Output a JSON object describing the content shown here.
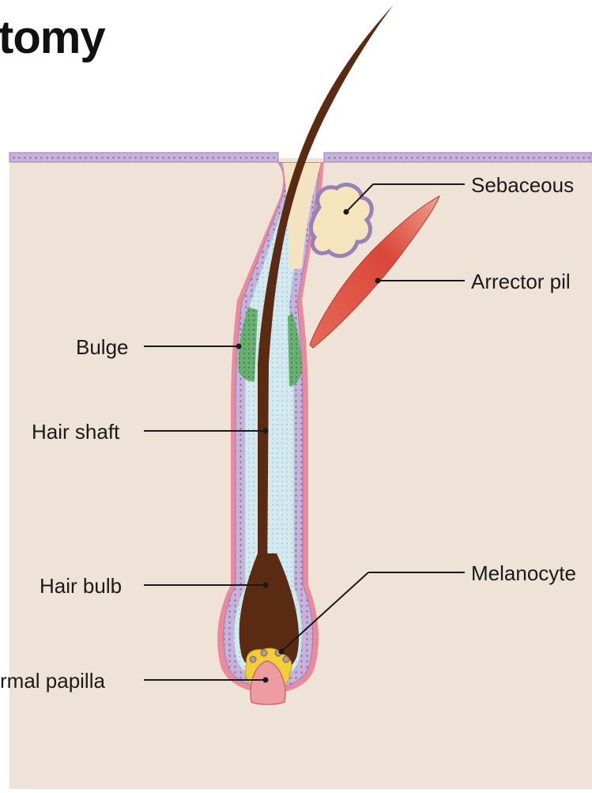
{
  "title": "tomy",
  "labels": {
    "sebaceous": "Sebaceous",
    "arrector": "Arrector pil",
    "bulge": "Bulge",
    "hair_shaft": "Hair shaft",
    "hair_bulb": "Hair bulb",
    "melanocyte": "Melanocyte",
    "dermal_papilla": "rmal papilla"
  },
  "colors": {
    "dermis": "#f0e3d8",
    "epidermis": "#c9b3db",
    "outer_sheath": "#e8899a",
    "inner_sheath": "#cfe7ef",
    "hair": "#5a2a12",
    "sebaceous": "#f4e6c0",
    "muscle": "#d9503f",
    "bulge_cells": "#5faa6a",
    "papilla": "#ef9aa0"
  }
}
